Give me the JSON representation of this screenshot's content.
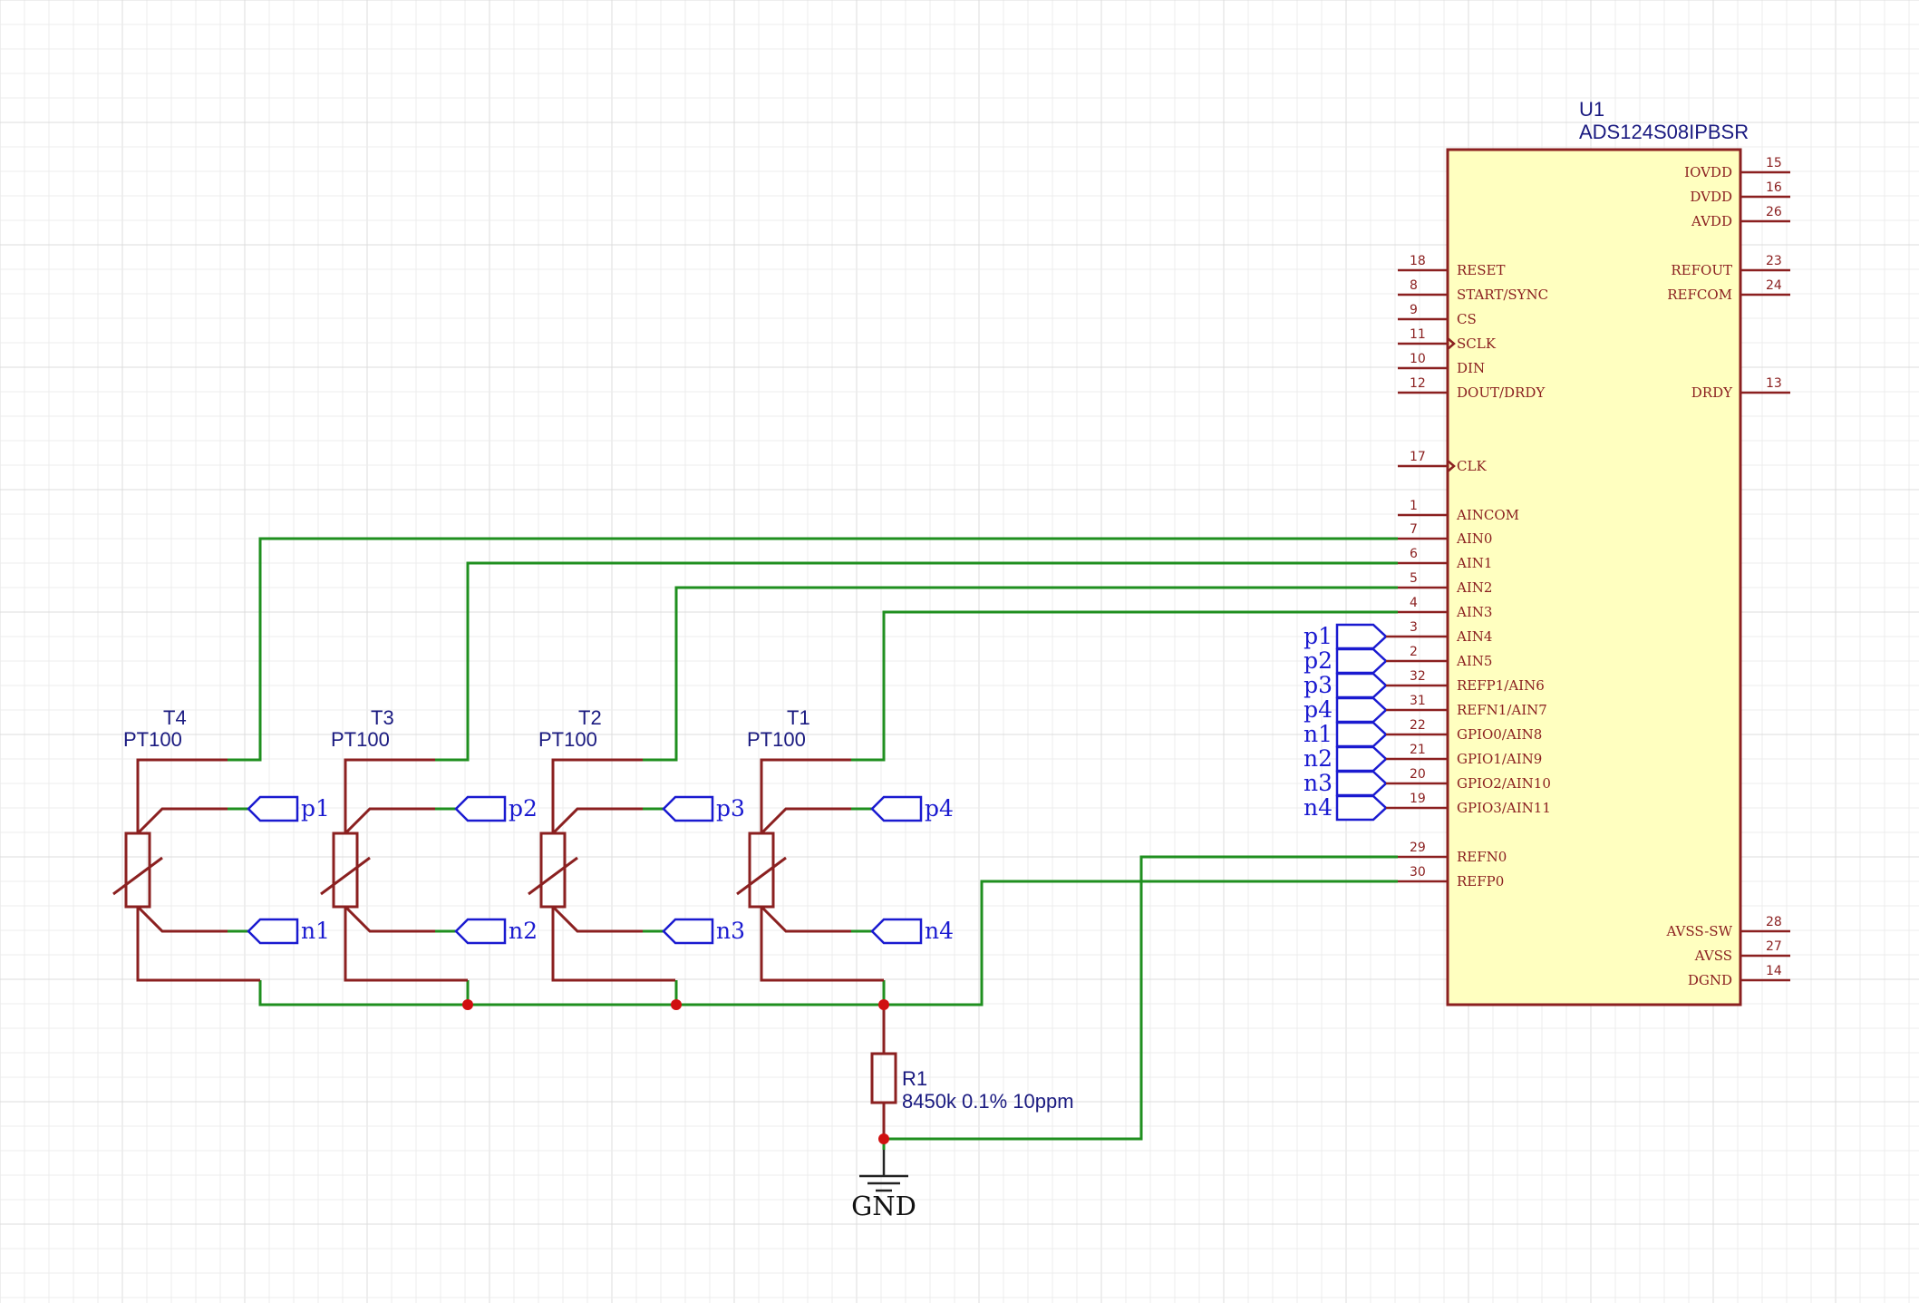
{
  "colors": {
    "wire": "#1f8f1f",
    "component": "#8b2020",
    "ic_fill": "#ffffc0",
    "port": "#1a1ad0",
    "junction": "#d01010",
    "designator_text": "#1a1a80"
  },
  "ic": {
    "designator": "U1",
    "part": "ADS124S08IPBSR",
    "pins_right": [
      {
        "name": "IOVDD",
        "num": "15"
      },
      {
        "name": "DVDD",
        "num": "16"
      },
      {
        "name": "AVDD",
        "num": "26"
      },
      {
        "name": "REFOUT",
        "num": "23"
      },
      {
        "name": "REFCOM",
        "num": "24"
      },
      {
        "name": "DRDY",
        "num": "13"
      },
      {
        "name": "AVSS-SW",
        "num": "28"
      },
      {
        "name": "AVSS",
        "num": "27"
      },
      {
        "name": "DGND",
        "num": "14"
      }
    ],
    "pins_left": [
      {
        "name": "RESET",
        "num": "18"
      },
      {
        "name": "START/SYNC",
        "num": "8"
      },
      {
        "name": "CS",
        "num": "9"
      },
      {
        "name": "SCLK",
        "num": "11"
      },
      {
        "name": "DIN",
        "num": "10"
      },
      {
        "name": "DOUT/DRDY",
        "num": "12"
      },
      {
        "name": "CLK",
        "num": "17"
      },
      {
        "name": "AINCOM",
        "num": "1"
      },
      {
        "name": "AIN0",
        "num": "7"
      },
      {
        "name": "AIN1",
        "num": "6"
      },
      {
        "name": "AIN2",
        "num": "5"
      },
      {
        "name": "AIN3",
        "num": "4"
      },
      {
        "name": "AIN4",
        "num": "3"
      },
      {
        "name": "AIN5",
        "num": "2"
      },
      {
        "name": "REFP1/AIN6",
        "num": "32"
      },
      {
        "name": "REFN1/AIN7",
        "num": "31"
      },
      {
        "name": "GPIO0/AIN8",
        "num": "22"
      },
      {
        "name": "GPIO1/AIN9",
        "num": "21"
      },
      {
        "name": "GPIO2/AIN10",
        "num": "20"
      },
      {
        "name": "GPIO3/AIN11",
        "num": "19"
      },
      {
        "name": "REFN0",
        "num": "29"
      },
      {
        "name": "REFP0",
        "num": "30"
      }
    ]
  },
  "ic_ports": [
    "p1",
    "p2",
    "p3",
    "p4",
    "n1",
    "n2",
    "n3",
    "n4"
  ],
  "sensors": [
    {
      "designator": "T4",
      "value": "PT100",
      "port_p": "p1",
      "port_n": "n1"
    },
    {
      "designator": "T3",
      "value": "PT100",
      "port_p": "p2",
      "port_n": "n2"
    },
    {
      "designator": "T2",
      "value": "PT100",
      "port_p": "p3",
      "port_n": "n3"
    },
    {
      "designator": "T1",
      "value": "PT100",
      "port_p": "p4",
      "port_n": "n4"
    }
  ],
  "resistor": {
    "designator": "R1",
    "value": "8450k 0.1% 10ppm"
  },
  "ground": {
    "label": "GND"
  }
}
